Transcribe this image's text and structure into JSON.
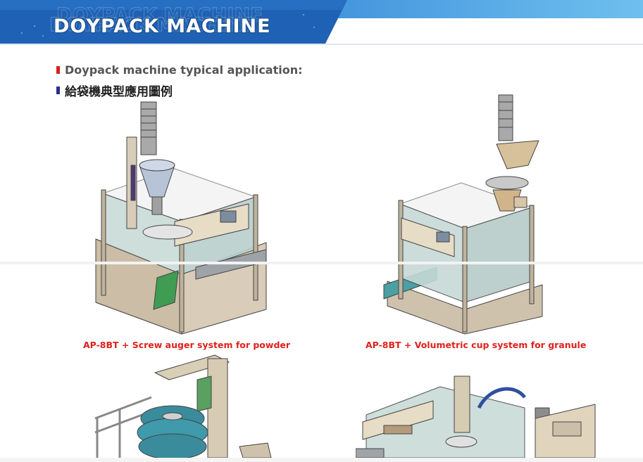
{
  "header": {
    "title": "DOYPACK MACHINE",
    "watermark": "DOYPACK MACHINE",
    "colors": {
      "band_light": "#6fc0ee",
      "band_dark": "#1f62b5",
      "title_outline": "#1c4f8c"
    }
  },
  "intro": {
    "english": "Doypack machine typical application:",
    "chinese": "給袋機典型應用圖例",
    "colors": {
      "red_bullet": "#d62020",
      "blue_bullet": "#2a2f8c"
    }
  },
  "machines": [
    {
      "caption": "AP-8BT + Screw auger system for powder",
      "icon": "machine-screw-auger-illustration"
    },
    {
      "caption": "AP-8BT + Volumetric cup system for granule",
      "icon": "machine-volumetric-cup-illustration"
    },
    {
      "caption": "",
      "icon": "machine-multihead-weigher-illustration"
    },
    {
      "caption": "",
      "icon": "machine-liquid-filler-illustration"
    }
  ],
  "caption_color": "#e0211c"
}
